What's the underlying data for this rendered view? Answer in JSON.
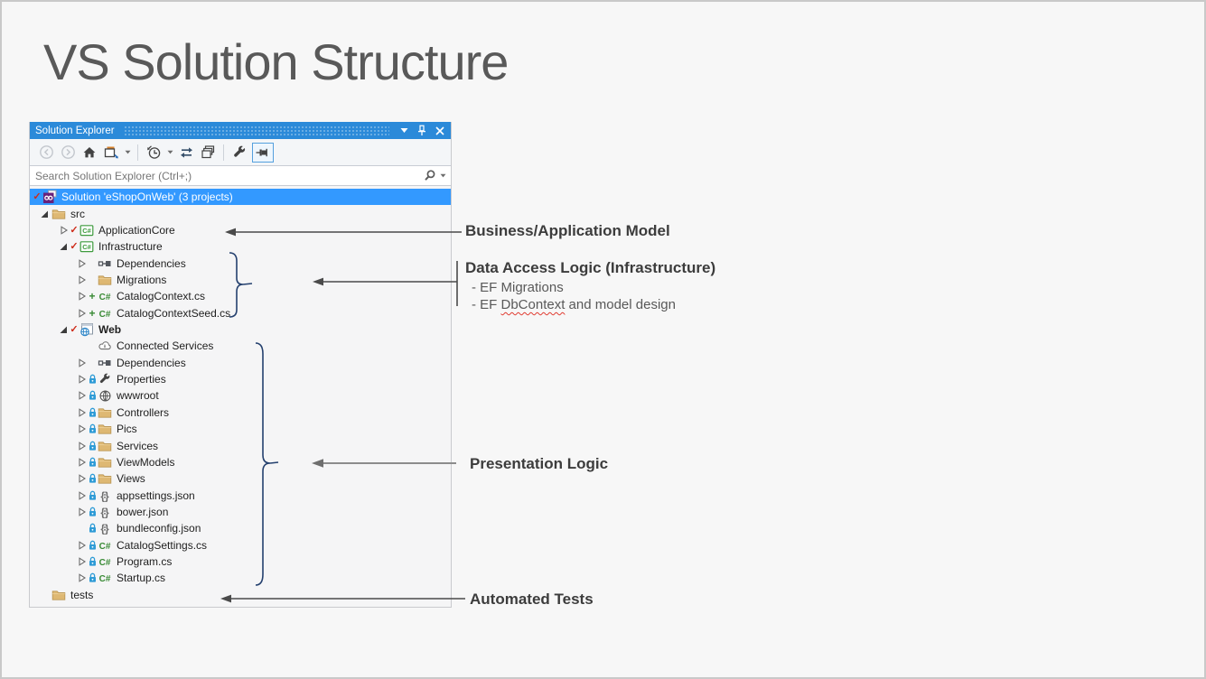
{
  "slide": {
    "title": "VS Solution Structure"
  },
  "panel": {
    "title": "Solution Explorer",
    "titlebar_icons": [
      {
        "name": "window-position-chevron-icon"
      },
      {
        "name": "pin-icon"
      },
      {
        "name": "close-icon"
      }
    ],
    "toolbar": [
      {
        "name": "nav-back"
      },
      {
        "name": "nav-forward"
      },
      {
        "name": "home"
      },
      {
        "name": "scope-window"
      },
      {
        "name": "dropdown"
      },
      {
        "name": "sep"
      },
      {
        "name": "pending-changes"
      },
      {
        "name": "dropdown"
      },
      {
        "name": "sync-active"
      },
      {
        "name": "collapse-all"
      },
      {
        "name": "sep"
      },
      {
        "name": "properties-wrench"
      },
      {
        "name": "preview-pin"
      }
    ],
    "search": {
      "placeholder": "Search Solution Explorer (Ctrl+;)"
    },
    "tree": {
      "items": [
        {
          "label": "Solution 'eShopOnWeb' (3 projects)",
          "icon": "solution",
          "level": 0,
          "expander": "none",
          "aux": "check",
          "selected": true
        },
        {
          "label": "src",
          "icon": "folder",
          "level": 1,
          "expander": "expanded",
          "aux": "none"
        },
        {
          "label": "ApplicationCore",
          "icon": "csproj",
          "level": 2,
          "expander": "collapsed",
          "aux": "check"
        },
        {
          "label": "Infrastructure",
          "icon": "csproj",
          "level": 2,
          "expander": "expanded",
          "aux": "check"
        },
        {
          "label": "Dependencies",
          "icon": "dependencies",
          "level": 3,
          "expander": "collapsed",
          "aux": "blank"
        },
        {
          "label": "Migrations",
          "icon": "folder",
          "level": 3,
          "expander": "collapsed",
          "aux": "blank"
        },
        {
          "label": "CatalogContext.cs",
          "icon": "csfile",
          "level": 3,
          "expander": "collapsed",
          "aux": "plus"
        },
        {
          "label": "CatalogContextSeed.cs",
          "icon": "csfile",
          "level": 3,
          "expander": "collapsed",
          "aux": "plus"
        },
        {
          "label": "Web",
          "icon": "webproj",
          "level": 2,
          "expander": "expanded",
          "aux": "check",
          "bold": true
        },
        {
          "label": "Connected Services",
          "icon": "cloud",
          "level": 3,
          "expander": "none",
          "aux": "blank"
        },
        {
          "label": "Dependencies",
          "icon": "dependencies",
          "level": 3,
          "expander": "collapsed",
          "aux": "blank"
        },
        {
          "label": "Properties",
          "icon": "wrench",
          "level": 3,
          "expander": "collapsed",
          "aux": "lock"
        },
        {
          "label": "wwwroot",
          "icon": "globe",
          "level": 3,
          "expander": "collapsed",
          "aux": "lock"
        },
        {
          "label": "Controllers",
          "icon": "folder",
          "level": 3,
          "expander": "collapsed",
          "aux": "lock"
        },
        {
          "label": "Pics",
          "icon": "folder",
          "level": 3,
          "expander": "collapsed",
          "aux": "lock"
        },
        {
          "label": "Services",
          "icon": "folder",
          "level": 3,
          "expander": "collapsed",
          "aux": "lock"
        },
        {
          "label": "ViewModels",
          "icon": "folder",
          "level": 3,
          "expander": "collapsed",
          "aux": "lock"
        },
        {
          "label": "Views",
          "icon": "folder",
          "level": 3,
          "expander": "collapsed",
          "aux": "lock"
        },
        {
          "label": "appsettings.json",
          "icon": "json",
          "level": 3,
          "expander": "collapsed",
          "aux": "lock"
        },
        {
          "label": "bower.json",
          "icon": "json",
          "level": 3,
          "expander": "collapsed",
          "aux": "lock"
        },
        {
          "label": "bundleconfig.json",
          "icon": "json",
          "level": 3,
          "expander": "none",
          "aux": "lock"
        },
        {
          "label": "CatalogSettings.cs",
          "icon": "csfile",
          "level": 3,
          "expander": "collapsed",
          "aux": "lock"
        },
        {
          "label": "Program.cs",
          "icon": "csfile",
          "level": 3,
          "expander": "collapsed",
          "aux": "lock"
        },
        {
          "label": "Startup.cs",
          "icon": "csfile",
          "level": 3,
          "expander": "collapsed",
          "aux": "lock"
        },
        {
          "label": "tests",
          "icon": "folder",
          "level": 1,
          "expander": "none",
          "aux": "none"
        }
      ]
    }
  },
  "annotations": {
    "business": {
      "title": "Business/Application Model"
    },
    "data_access": {
      "title": "Data Access Logic (Infrastructure)",
      "bullet1": "- EF Migrations",
      "bullet2_pre": "- EF ",
      "bullet2_squiggle": "DbContext",
      "bullet2_post": " and model design"
    },
    "presentation": {
      "title": "Presentation Logic"
    },
    "tests": {
      "title": "Automated Tests"
    }
  },
  "colors": {
    "titlebar_blue": "#2b8ad9",
    "selection_blue": "#3399ff",
    "folder_tan": "#deb873",
    "csharp_green": "#388a34",
    "lock_blue": "#2e9bd6",
    "vs_purple": "#68217a",
    "check_red": "#ce2b19",
    "brace_navy": "#24406e",
    "arrow_dark": "#4a4a4a",
    "arrow_gray": "#8c8c8c"
  }
}
